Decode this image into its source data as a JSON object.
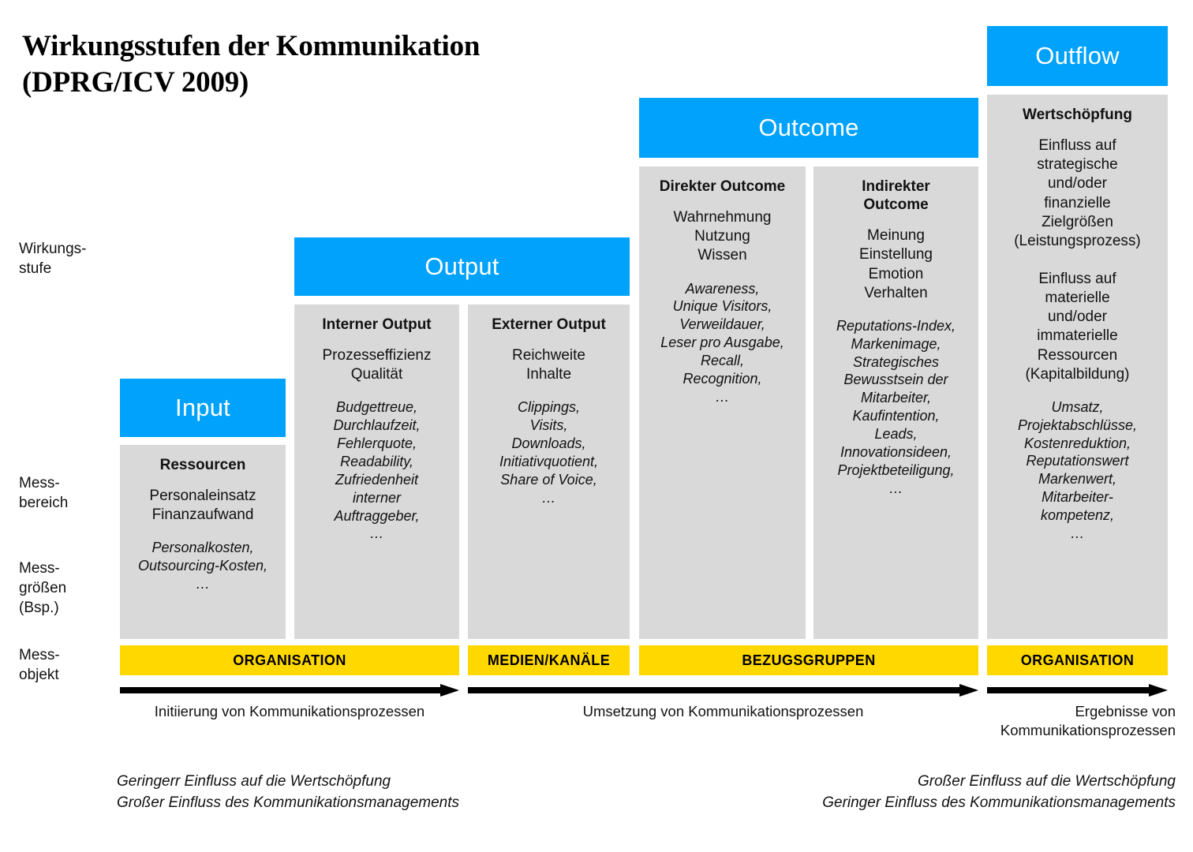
{
  "title": "Wirkungsstufen der Kommunikation\n(DPRG/ICV 2009)",
  "colors": {
    "accent_blue": "#00A2FB",
    "measure_gray": "#D9D9D9",
    "object_yellow": "#FFD800",
    "text": "#111111"
  },
  "axis": {
    "row1": "Wirkungs-\nstufe",
    "row2": "Mess-\nbereich",
    "row3": "Mess-\ngrößen\n(Bsp.)",
    "row4": "Mess-\nobjekt"
  },
  "stages": {
    "input": {
      "header": "Input",
      "boxes": [
        {
          "title": "Ressourcen",
          "plain": "Personaleinsatz\nFinanzaufwand",
          "italic": "Personalkosten,\nOutsourcing-Kosten,\n…"
        }
      ]
    },
    "output": {
      "header": "Output",
      "boxes": [
        {
          "title": "Interner Output",
          "plain": "Prozesseffizienz\nQualität",
          "italic": "Budgettreue,\nDurchlaufzeit,\nFehlerquote,\nReadability,\nZufriedenheit\ninterner\nAuftraggeber,\n…"
        },
        {
          "title": "Externer Output",
          "plain": "Reichweite\nInhalte",
          "italic": "Clippings,\nVisits,\nDownloads,\nInitiativquotient,\nShare of Voice,\n…"
        }
      ]
    },
    "outcome": {
      "header": "Outcome",
      "boxes": [
        {
          "title": "Direkter Outcome",
          "plain": "Wahrnehmung\nNutzung\nWissen",
          "italic": "Awareness,\nUnique Visitors,\nVerweildauer,\nLeser pro Ausgabe,\nRecall,\nRecognition,\n…"
        },
        {
          "title": "Indirekter\nOutcome",
          "plain": "Meinung\nEinstellung\nEmotion\nVerhalten",
          "italic": "Reputations-Index,\nMarkenimage,\nStrategisches\nBewusstsein der\nMitarbeiter,\nKaufintention,\nLeads,\nInnovationsideen,\nProjektbeteiligung,\n…"
        }
      ]
    },
    "outflow": {
      "header": "Outflow",
      "boxes": [
        {
          "title": "Wertschöpfung",
          "plain": "Einfluss auf\nstrategische\nund/oder\nfinanzielle\nZielgrößen\n(Leistungsprozess)\n\nEinfluss auf\nmaterielle\nund/oder\nimmaterielle\nRessourcen\n(Kapitalbildung)",
          "italic": "Umsatz,\nProjektabschlüsse,\nKostenreduktion,\nReputationswert\nMarkenwert,\nMitarbeiter-\nkompetenz,\n…"
        }
      ]
    }
  },
  "objects": {
    "bar1": "ORGANISATION",
    "bar2": "MEDIEN/KANÄLE",
    "bar3": "BEZUGSGRUPPEN",
    "bar4": "ORGANISATION"
  },
  "process_arrows": [
    {
      "caption": "Initiierung von Kommunikationsprozessen"
    },
    {
      "caption": "Umsetzung von Kommunikationsprozessen"
    },
    {
      "caption": "Ergebnisse von\nKommunikationsprozessen"
    }
  ],
  "footnotes": {
    "left": "Geringerr Einfluss auf die Wertschöpfung\nGroßer Einfluss des Kommunikationsmanagements",
    "right": "Großer Einfluss auf die Wertschöpfung\nGeringer Einfluss des Kommunikationsmanagements"
  }
}
